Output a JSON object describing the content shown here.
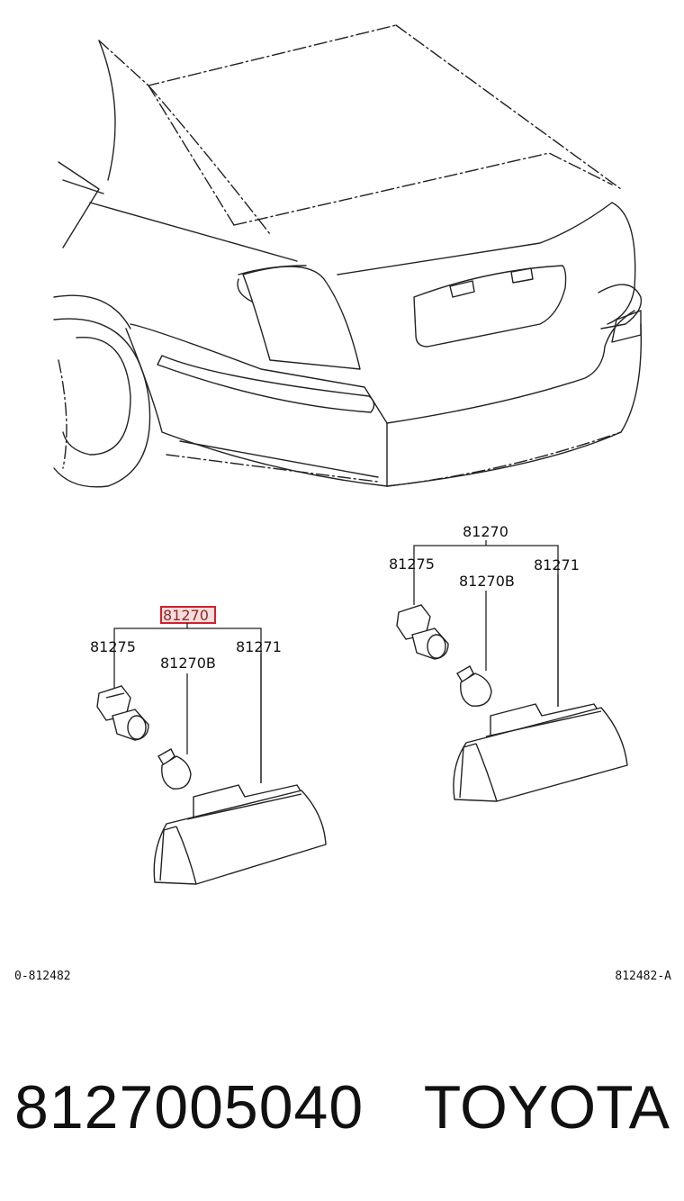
{
  "diagram": {
    "callouts": {
      "left": {
        "assembly": "81270",
        "socket": "81275",
        "bulb": "81270B",
        "lens": "81271",
        "highlighted": true,
        "highlight_color": "#d0202a"
      },
      "right": {
        "assembly": "81270",
        "socket": "81275",
        "bulb": "81270B",
        "lens": "81271"
      }
    },
    "ref_left": "0-812482",
    "ref_right": "812482-A"
  },
  "footer": {
    "part_number": "8127005040",
    "brand": "TOYOTA"
  }
}
